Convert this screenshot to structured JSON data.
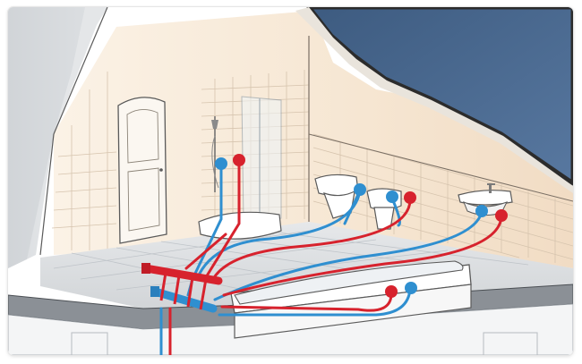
{
  "figure": {
    "subject": "bathroom-plumbing-cutaway",
    "colors": {
      "hot_water": "#d7222d",
      "cold_water": "#2f8fd0",
      "roof": "#4a6a8d",
      "wall_warm": "#f3e4cf",
      "tile_line": "#c9b8a5",
      "outline": "#5a5a5a",
      "floor": "#dcdfe3",
      "concrete": "#7b7f84"
    },
    "fixtures": [
      {
        "name": "door"
      },
      {
        "name": "shower"
      },
      {
        "name": "toilet"
      },
      {
        "name": "bidet"
      },
      {
        "name": "washbasin"
      },
      {
        "name": "bathtub"
      },
      {
        "name": "manifold"
      }
    ],
    "connections": [
      {
        "fixture": "shower",
        "hot": true,
        "cold": true
      },
      {
        "fixture": "toilet",
        "hot": false,
        "cold": true
      },
      {
        "fixture": "bidet",
        "hot": true,
        "cold": true
      },
      {
        "fixture": "washbasin",
        "hot": true,
        "cold": true
      },
      {
        "fixture": "bathtub",
        "hot": true,
        "cold": true
      }
    ]
  }
}
